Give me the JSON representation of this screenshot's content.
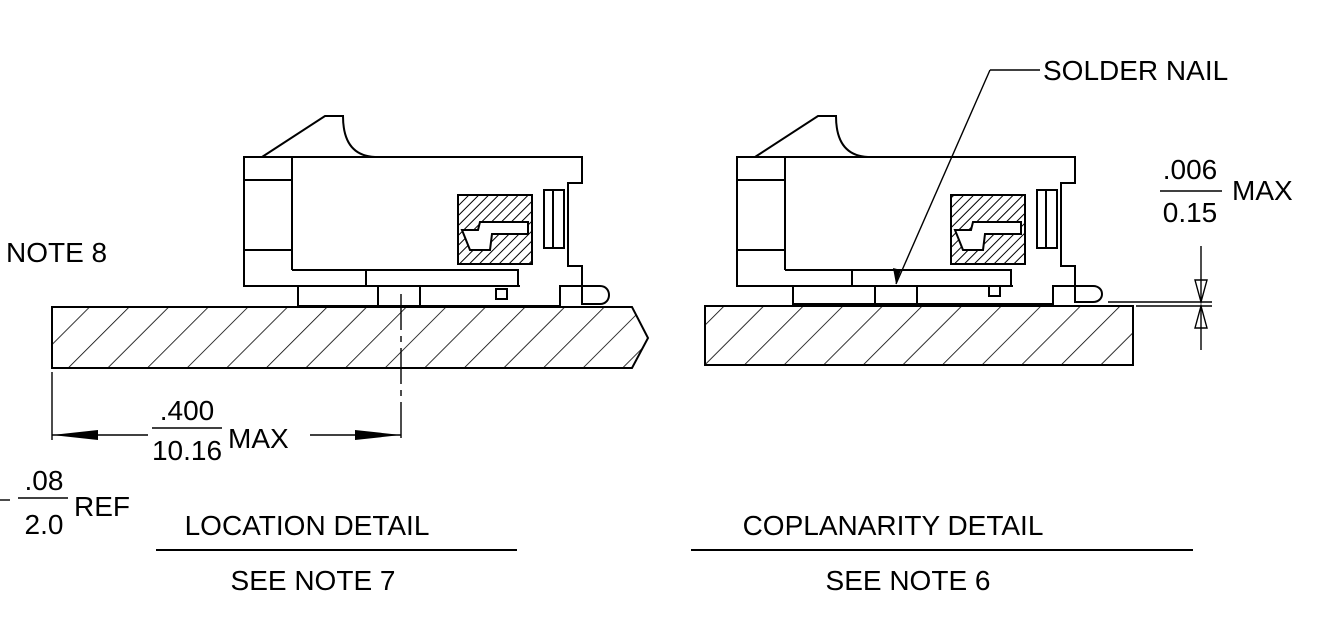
{
  "left_detail": {
    "note_label": "NOTE  8",
    "dim_numerator": ".400",
    "dim_denominator": "10.16",
    "dim_suffix": "MAX",
    "ref_numerator": ".08",
    "ref_denominator": "2.0",
    "ref_suffix": "REF",
    "title": "LOCATION DETAIL",
    "subtitle": "SEE NOTE  7"
  },
  "right_detail": {
    "callout": "SOLDER NAIL",
    "dim_numerator": ".006",
    "dim_denominator": "0.15",
    "dim_suffix": "MAX",
    "title": "COPLANARITY DETAIL",
    "subtitle": "SEE NOTE  6"
  }
}
